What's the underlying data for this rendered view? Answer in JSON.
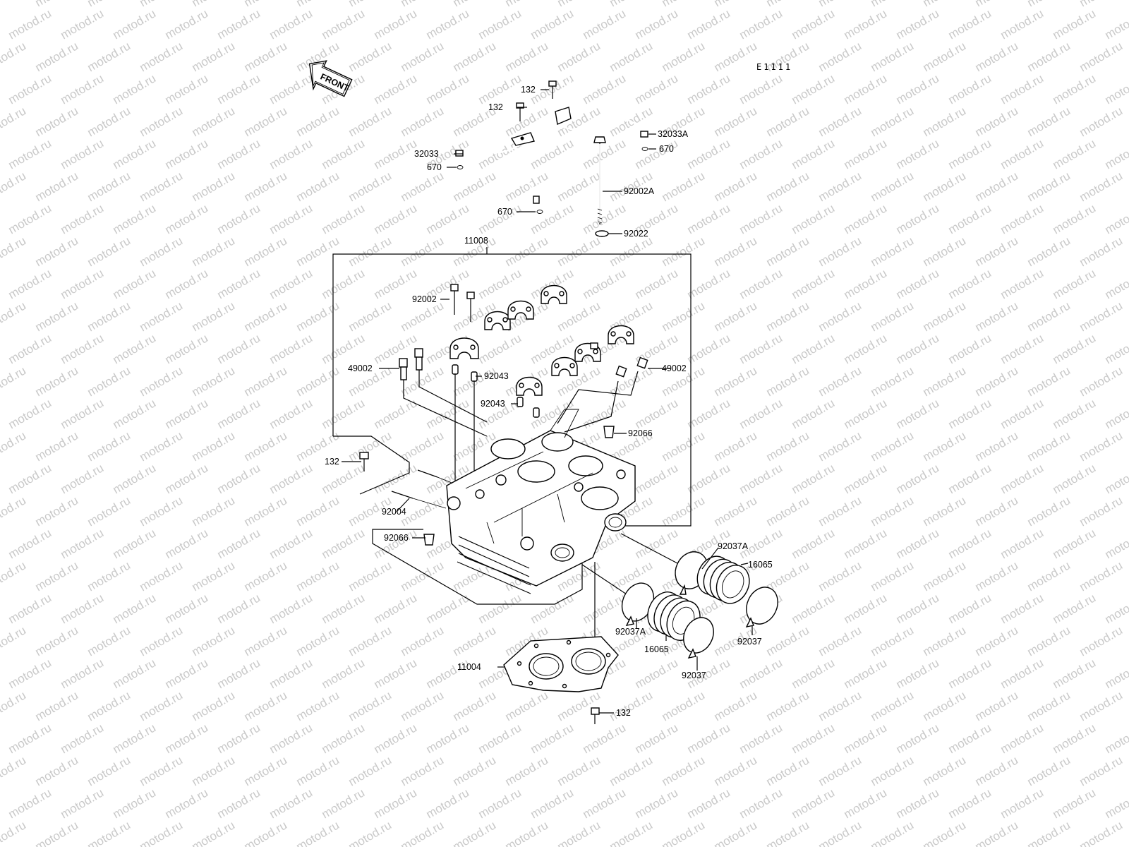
{
  "diagram_code": "E1111",
  "front_arrow_label": "FRONT",
  "watermark_text": "motod.ru",
  "labels": {
    "oil_pipe_left": "32033",
    "oil_pipe_right": "32033A",
    "oring_left_a": "670",
    "oring_left_b": "670",
    "oring_right": "670",
    "bolt_top_a": "132",
    "bolt_top_b": "132",
    "long_bolt": "92002A",
    "washer": "92022",
    "head_assembly": "11008",
    "cap_bolt": "92002",
    "plug_left": "49002",
    "plug_right": "49002",
    "dowel_a": "92043",
    "dowel_b": "92043",
    "cap_nut": "92066",
    "side_bolt": "132",
    "stud": "92004",
    "plug_lower": "92066",
    "clamp_a_right": "92037A",
    "holder_right": "16065",
    "clamp_a_left": "92037A",
    "holder_left": "16065",
    "clamp_right": "92037",
    "clamp_left": "92037",
    "gasket": "11004",
    "bottom_bolt": "132"
  }
}
